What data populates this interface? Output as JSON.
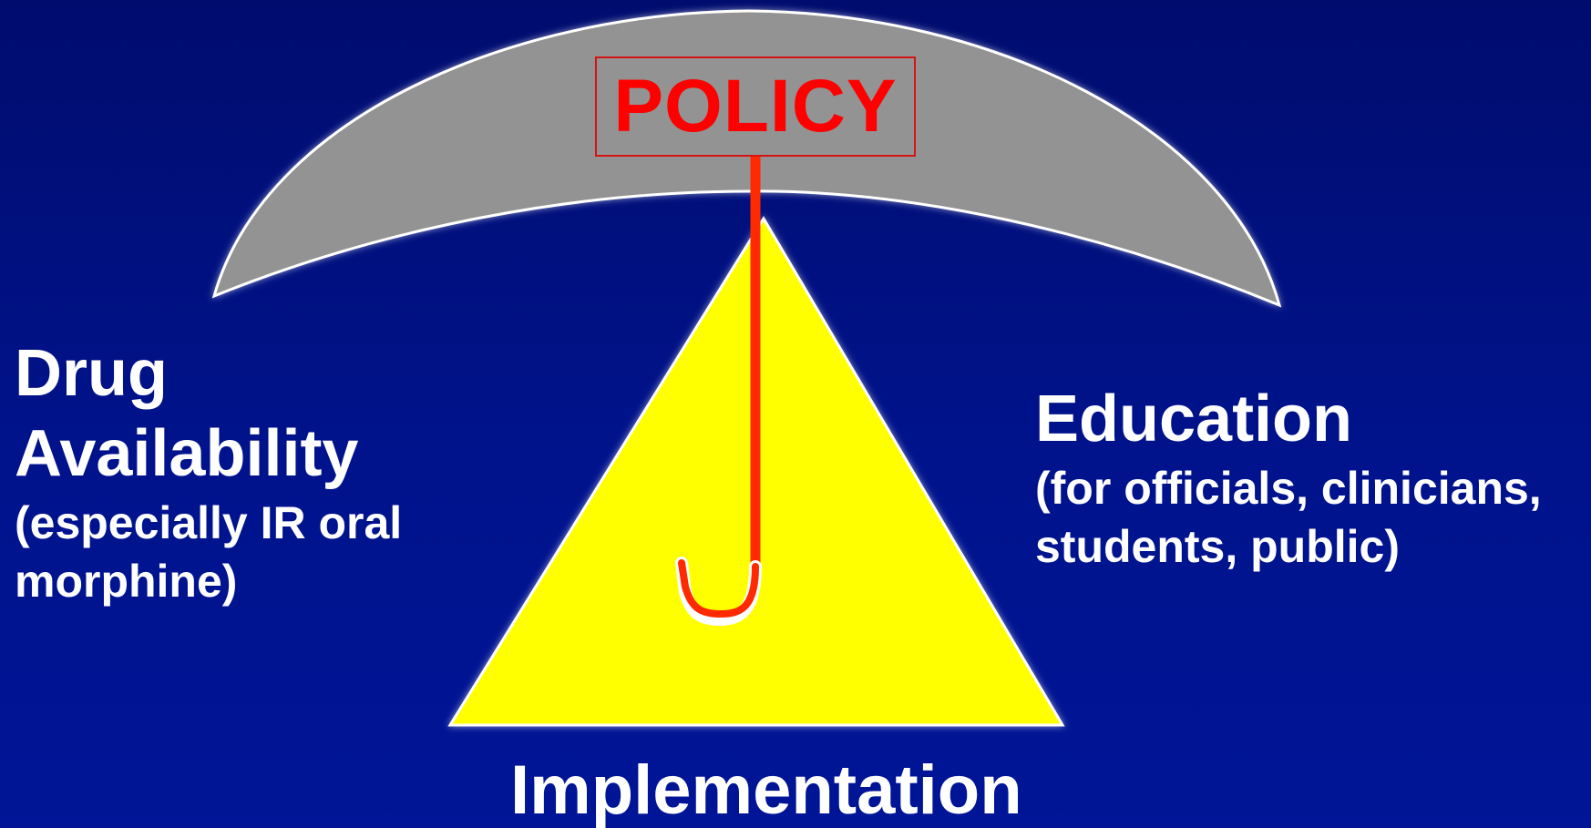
{
  "policy": {
    "label": "POLICY"
  },
  "drug_availability": {
    "line1": "Drug",
    "line2": "Availability",
    "detail1": "(especially IR oral",
    "detail2": "morphine)"
  },
  "education": {
    "title": "Education",
    "detail1": "(for officials, clinicians,",
    "detail2": "students, public)"
  },
  "implementation": {
    "title": "Implementation"
  },
  "colors": {
    "background": "#00138c",
    "canopy": "#939393",
    "triangle": "#ffff00",
    "handle": "#ff2a00",
    "policy_text": "#ff0000",
    "text": "#ffffff"
  }
}
